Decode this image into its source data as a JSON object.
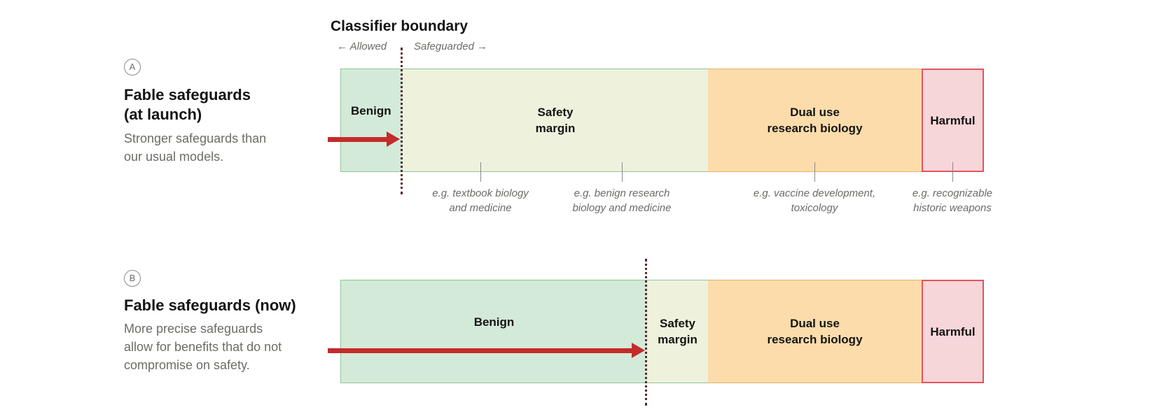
{
  "header": {
    "title": "Classifier boundary",
    "allowed": "← Allowed",
    "safeguarded": "Safeguarded →"
  },
  "panel_a": {
    "marker": "A",
    "title": "Fable safeguards\n(at launch)",
    "description": "Stronger safeguards than\nour usual models.",
    "bands": {
      "benign": "Benign",
      "safety_margin": "Safety\nmargin",
      "dual_use": "Dual use\nresearch biology",
      "harmful": "Harmful"
    },
    "examples": {
      "textbook": "e.g. textbook biology\nand medicine",
      "benign_research": "e.g. benign research\nbiology and medicine",
      "vaccine": "e.g. vaccine development,\ntoxicology",
      "weapons": "e.g. recognizable\nhistoric weapons"
    }
  },
  "panel_b": {
    "marker": "B",
    "title": "Fable safeguards (now)",
    "description": "More precise safeguards\nallow for benefits that do not\ncompromise on safety.",
    "bands": {
      "benign": "Benign",
      "safety_margin": "Safety\nmargin",
      "dual_use": "Dual use\nresearch biology",
      "harmful": "Harmful"
    }
  },
  "colors": {
    "benign": "#d4ead8",
    "safety_margin": "#eef1dc",
    "dual_use": "#fcdcaa",
    "harmful": "#f7d6da",
    "arrow": "#c42b2b",
    "boundary": "#5a2a2a"
  }
}
